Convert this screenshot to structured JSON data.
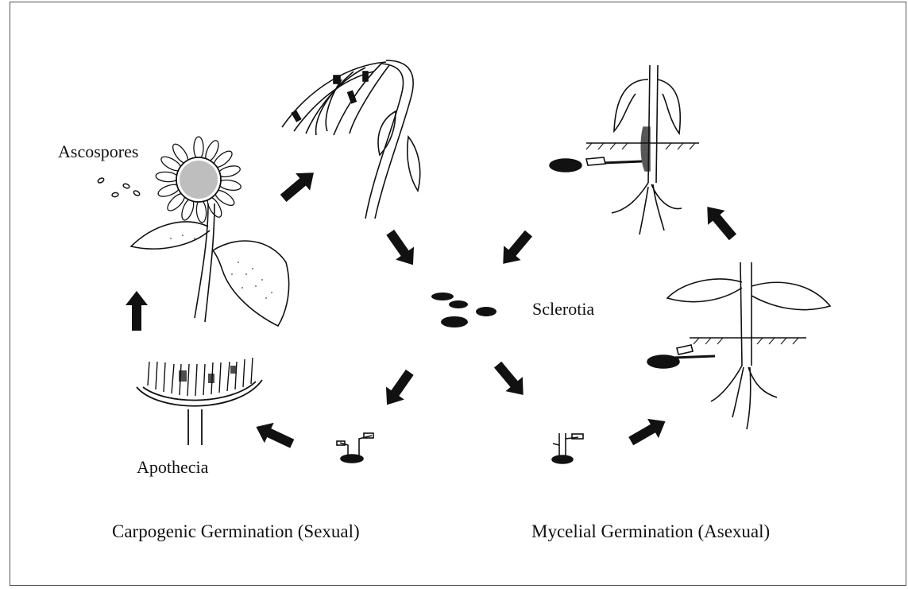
{
  "labels": {
    "ascospores": "Ascospores",
    "sclerotia": "Sclerotia",
    "apothecia": "Apothecia",
    "carpogenic": "Carpogenic Germination (Sexual)",
    "mycelial": "Mycelial Germination (Asexual)"
  },
  "colors": {
    "ink": "#111111",
    "background": "#ffffff",
    "frame": "#555555"
  },
  "icons": [
    "sunflower-plant-icon",
    "wilted-stem-icon",
    "infected-stem-base-icon",
    "plant-with-roots-icon",
    "sclerotia-cluster-icon",
    "apothecium-icon",
    "carpogenic-germling-icon",
    "mycelial-germling-icon",
    "cycle-arrow-icon"
  ]
}
